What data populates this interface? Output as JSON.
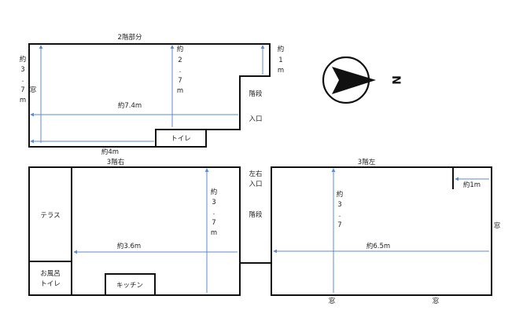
{
  "floor2": {
    "title": "2階部分",
    "height_left": [
      "約",
      "3",
      ".",
      "7",
      "m"
    ],
    "height_mid": [
      "約",
      "2",
      ".",
      "7",
      "m"
    ],
    "height_right": [
      "約",
      "1",
      "m"
    ],
    "window": "窓",
    "width_main": "約7.4m",
    "width_bottom": "約4m",
    "stairs": "階段",
    "entrance": "入口",
    "toilet": "トイレ"
  },
  "floor3_right": {
    "title": "3階右",
    "terrace": "テラス",
    "bath": [
      "お風呂",
      "トイレ"
    ],
    "kitchen": "キッチン",
    "width": "約3.6m",
    "height": [
      "約",
      "3",
      ".",
      "7",
      "m"
    ]
  },
  "floor3_stairs": {
    "labels": [
      "左右",
      "入口"
    ],
    "stairs": "階段"
  },
  "floor3_left": {
    "title": "3階左",
    "width": "約6.5m",
    "height": [
      "約",
      "3",
      ".",
      "7"
    ],
    "small_width": "約1m",
    "window_right": "窓",
    "window_bottom1": "窓",
    "window_bottom2": "窓"
  },
  "compass": {
    "label": "N"
  },
  "colors": {
    "wall": "#111111",
    "dimension": "#5b8bd0"
  }
}
